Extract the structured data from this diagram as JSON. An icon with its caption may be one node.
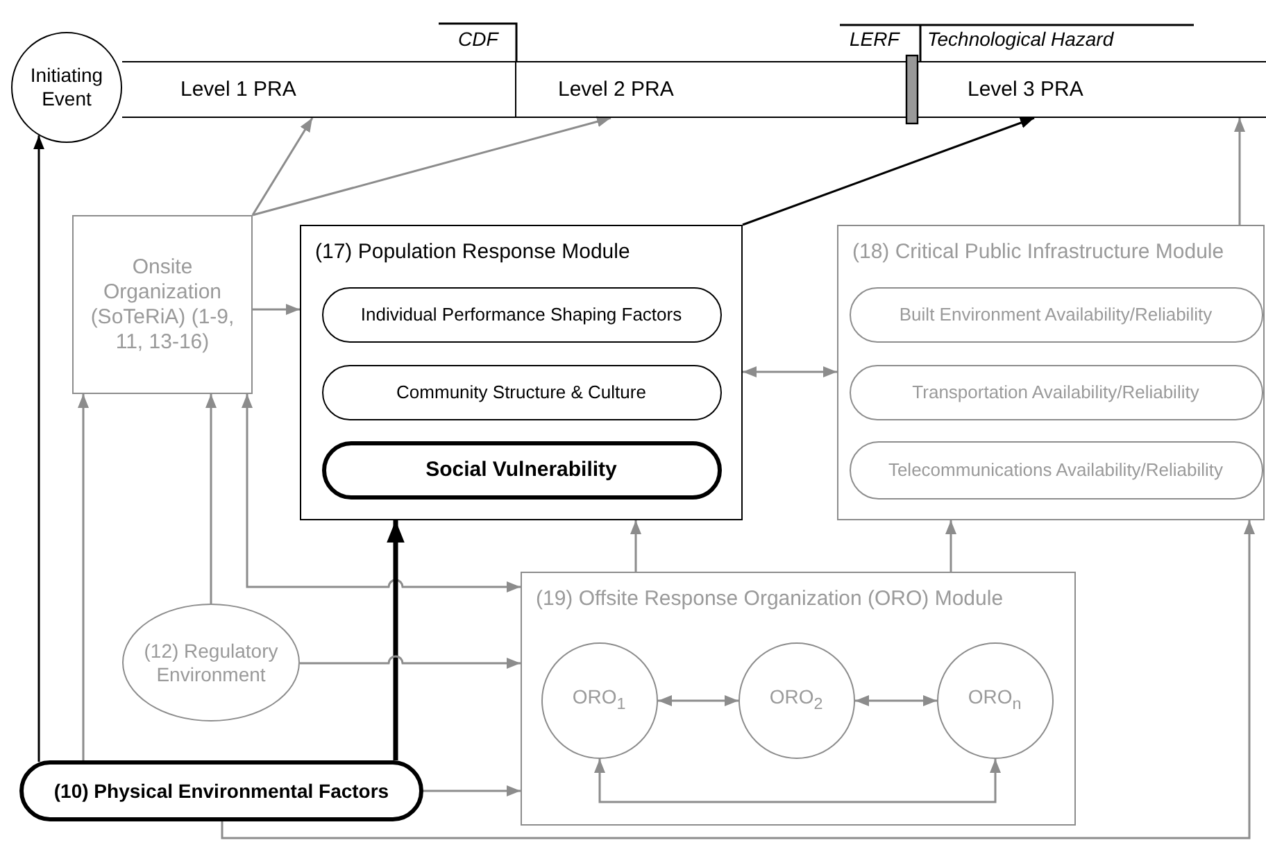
{
  "diagram": {
    "nodes": [
      {
        "text": [
          "Initiating Event"
        ]
      },
      {
        "text": [
          "Level 1 PRA"
        ]
      },
      {
        "text": [
          "Level 2 PRA"
        ]
      },
      {
        "text": [
          "Level 3 PRA"
        ]
      },
      {
        "text": [
          "Onsite Organization (SoTeRiA) (1-9, 11, 13-16)"
        ]
      },
      {
        "text": [
          "(17) Population Response Module"
        ]
      },
      {
        "text": [
          "Individual Performance Shaping Factors"
        ],
        "in": 5
      },
      {
        "text": [
          "Community Structure & Culture"
        ],
        "in": 5
      },
      {
        "text": [
          "Social Vulnerability"
        ],
        "in": 5
      },
      {
        "text": [
          "(18) Critical Public Infrastructure Module"
        ]
      },
      {
        "text": [
          "Built Environment Availability/Reliability"
        ],
        "in": 9
      },
      {
        "text": [
          "Transportation Availability/Reliability"
        ],
        "in": 9
      },
      {
        "text": [
          "Telecommunications Availability/Reliability"
        ],
        "in": 9
      },
      {
        "text": [
          "(12) Regulatory Environment"
        ]
      },
      {
        "text": [
          "(19) Offsite Response Organization (ORO) Module"
        ]
      },
      {
        "text": [
          "ORO$_{1}$"
        ],
        "in": 14
      },
      {
        "text": [
          "ORO$_{2}$"
        ],
        "in": 14
      },
      {
        "text": [
          "ORO$_{n}$"
        ],
        "in": 14
      },
      {
        "text": [
          "(10) Physical Environmental Factors"
        ]
      }
    ],
    "edges": [
      {
        "from": 4,
        "to": 1,
        "arrow": "to"
      },
      {
        "from": 4,
        "to": 2,
        "arrow": "to"
      },
      {
        "from": 5,
        "to": 3,
        "arrow": "to",
        "color": "#000000"
      },
      {
        "from": 9,
        "to": 3,
        "arrow": "to"
      },
      {
        "from": 4,
        "to": 5,
        "arrow": "to"
      },
      {
        "from": 5,
        "to": 9,
        "arrow": "both"
      },
      {
        "from": 18,
        "to": 0,
        "arrow": "to",
        "color": "#000000"
      },
      {
        "from": 18,
        "to": 4,
        "arrow": "to"
      },
      {
        "from": 13,
        "to": 4,
        "arrow": "to"
      },
      {
        "from": 4,
        "to": 14,
        "arrow": "both"
      },
      {
        "from": 18,
        "to": 5,
        "arrow": "to",
        "style": "thick",
        "color": "#000000"
      },
      {
        "from": 13,
        "to": 14,
        "arrow": "to"
      },
      {
        "from": 18,
        "to": 14,
        "arrow": "to"
      },
      {
        "from": 18,
        "to": 9,
        "arrow": "to"
      },
      {
        "from": 14,
        "to": 5,
        "arrow": "to"
      },
      {
        "from": 14,
        "to": 9,
        "arrow": "to"
      },
      {
        "from": 15,
        "to": 16,
        "arrow": "both"
      },
      {
        "from": 16,
        "to": 17,
        "arrow": "both"
      },
      {
        "from": 15,
        "to": 17,
        "arrow": "both"
      }
    ],
    "labels": [
      "CDF",
      "LERF",
      "Technological Hazard"
    ]
  }
}
